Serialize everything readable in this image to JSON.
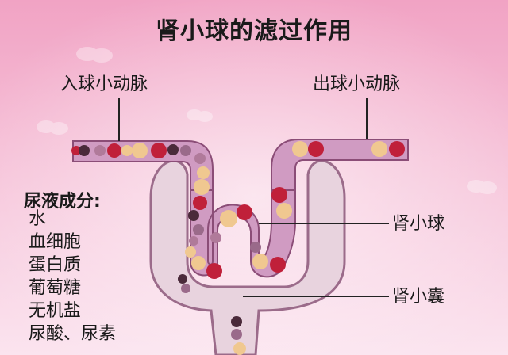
{
  "title": "肾小球的滤过作用",
  "labels": {
    "afferent": "入球小动脉",
    "efferent": "出球小动脉",
    "glomerulus": "肾小球",
    "capsule": "肾小囊"
  },
  "urine": {
    "heading": "尿液成分:",
    "components": [
      "水",
      "血细胞",
      "蛋白质",
      "葡萄糖",
      "无机盐",
      "尿酸、尿素"
    ]
  },
  "colors": {
    "background_top": "#f2a6c6",
    "background_bottom": "#fbe3ee",
    "vessel": "#d4a0c8",
    "capsule": "#e9d6e0",
    "red_cell": "#c0203a",
    "yellow_cell": "#f0c890",
    "dark_cell": "#4a2a3a"
  }
}
